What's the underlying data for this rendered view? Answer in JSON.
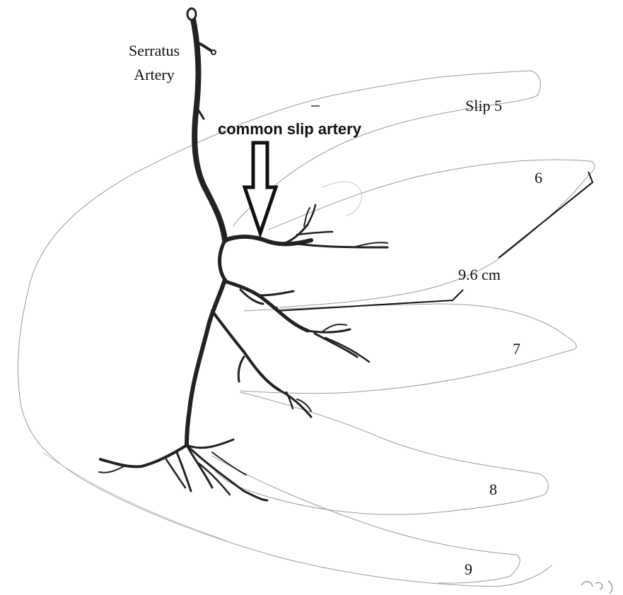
{
  "labels": {
    "serratus_line1": "Serratus",
    "serratus_line2": "Artery",
    "common_slip_artery": "common slip artery",
    "slip5": "Slip 5",
    "slip6": "6",
    "slip7": "7",
    "slip8": "8",
    "slip9": "9",
    "measurement": "9.6 cm"
  },
  "colors": {
    "artery": "#222222",
    "outline": "#9a9a9a",
    "arrow": "#111111"
  }
}
